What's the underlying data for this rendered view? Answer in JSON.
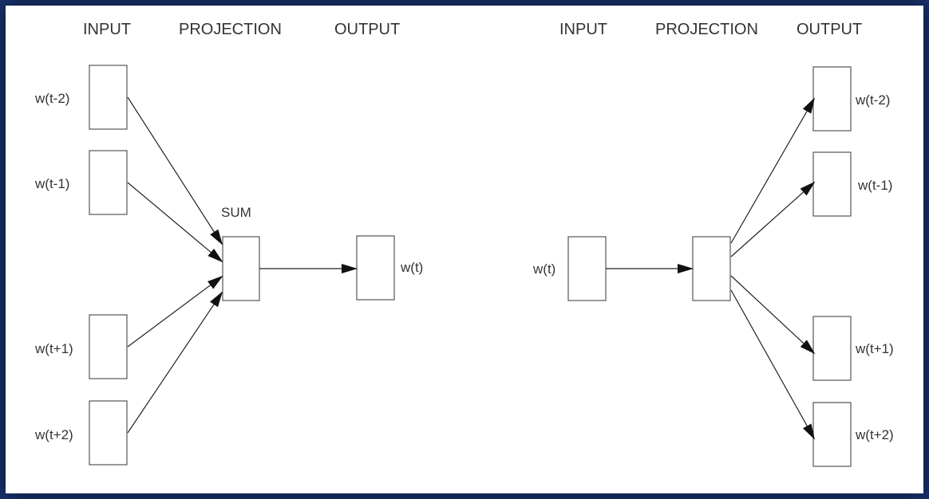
{
  "cbow": {
    "headers": {
      "input": "INPUT",
      "projection": "PROJECTION",
      "output": "OUTPUT"
    },
    "sum_label": "SUM",
    "inputs": [
      "w(t-2)",
      "w(t-1)",
      "w(t+1)",
      "w(t+2)"
    ],
    "output": "w(t)"
  },
  "skipgram": {
    "headers": {
      "input": "INPUT",
      "projection": "PROJECTION",
      "output": "OUTPUT"
    },
    "input": "w(t)",
    "outputs": [
      "w(t-2)",
      "w(t-1)",
      "w(t+1)",
      "w(t+2)"
    ]
  }
}
